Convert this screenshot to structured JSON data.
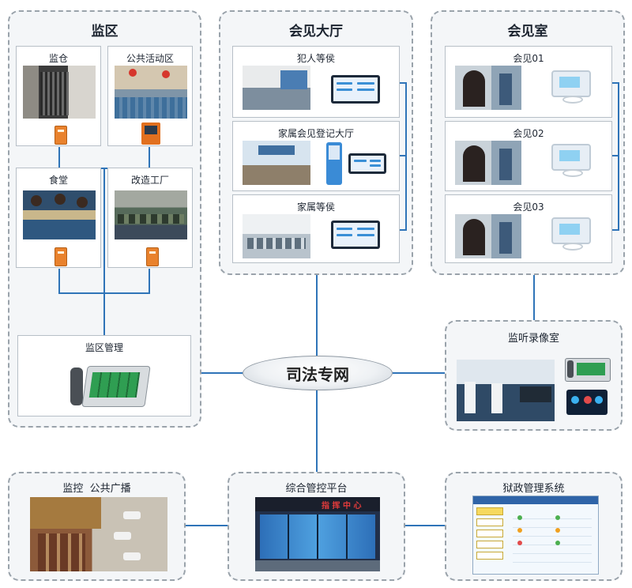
{
  "zones": {
    "prison": {
      "title": "监区",
      "cards": {
        "cell": "监仓",
        "activity": "公共活动区",
        "canteen": "食堂",
        "factory": "改造工厂",
        "management": "监区管理"
      }
    },
    "hall": {
      "title": "会见大厅",
      "cards": {
        "inmate_wait": "犯人等侯",
        "registration": "家属会见登记大厅",
        "family_wait": "家属等侯"
      }
    },
    "meeting": {
      "title": "会见室",
      "cards": {
        "room1": "会见01",
        "room2": "会见02",
        "room3": "会见03"
      }
    },
    "recording": {
      "title": "监听录像室"
    },
    "surveillance": {
      "title": "监控  公共广播"
    },
    "control": {
      "title": "综合管控平台",
      "screen_text": "指 挥 中 心"
    },
    "admin": {
      "title": "狱政管理系统"
    }
  },
  "network": {
    "label": "司法专网"
  },
  "colors": {
    "line": "#2f74b8",
    "zone_border": "#9aa3ab",
    "zone_bg": "#f4f6f8"
  }
}
